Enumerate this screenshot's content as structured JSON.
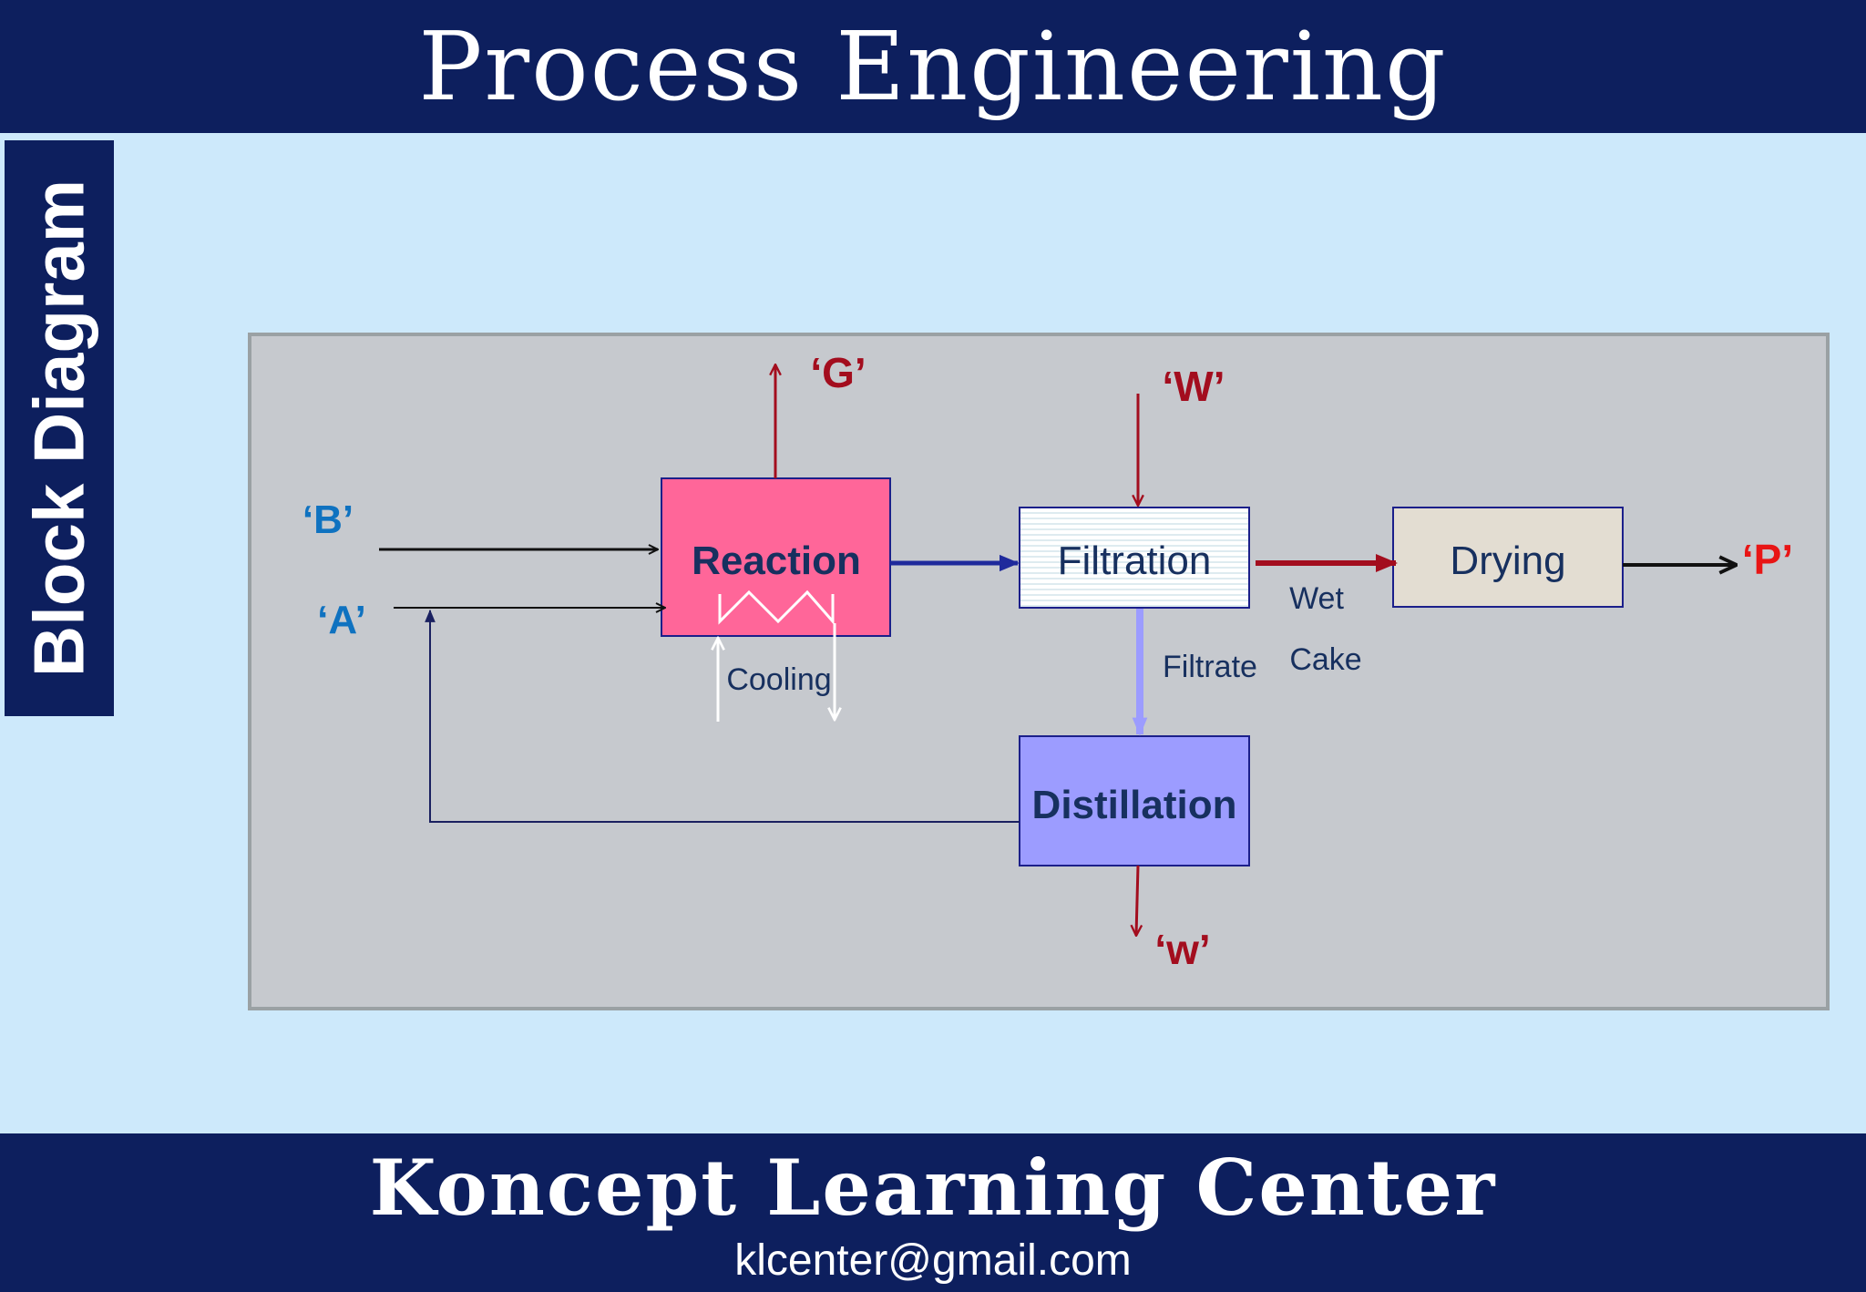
{
  "header": {
    "title": "Process Engineering"
  },
  "side_tab": {
    "label": "Block Diagram"
  },
  "diagram": {
    "blocks": {
      "reaction": "Reaction",
      "filtration": "Filtration",
      "drying": "Drying",
      "distillation": "Distillation"
    },
    "streams": {
      "b_in": "‘B’",
      "a_in": "‘A’",
      "g_out": "‘G’",
      "w_in": "‘W’",
      "p_out": "‘P’",
      "w_out": "‘w’",
      "cooling": "Cooling",
      "filtrate": "Filtrate",
      "wet": "Wet",
      "cake": "Cake"
    },
    "colors": {
      "reaction_fill": "#ff6699",
      "filtration_fill": "#ffffff",
      "drying_fill": "#e3ddd2",
      "distillation_fill": "#9c9cff",
      "block_border": "#1b1f8a",
      "stream_red": "#a30d1e",
      "label_blue": "#0f72c0",
      "label_red": "#e81515",
      "text_dark": "#17305f"
    }
  },
  "footer": {
    "org": "Koncept Learning Center",
    "email": "klcenter@gmail.com"
  }
}
